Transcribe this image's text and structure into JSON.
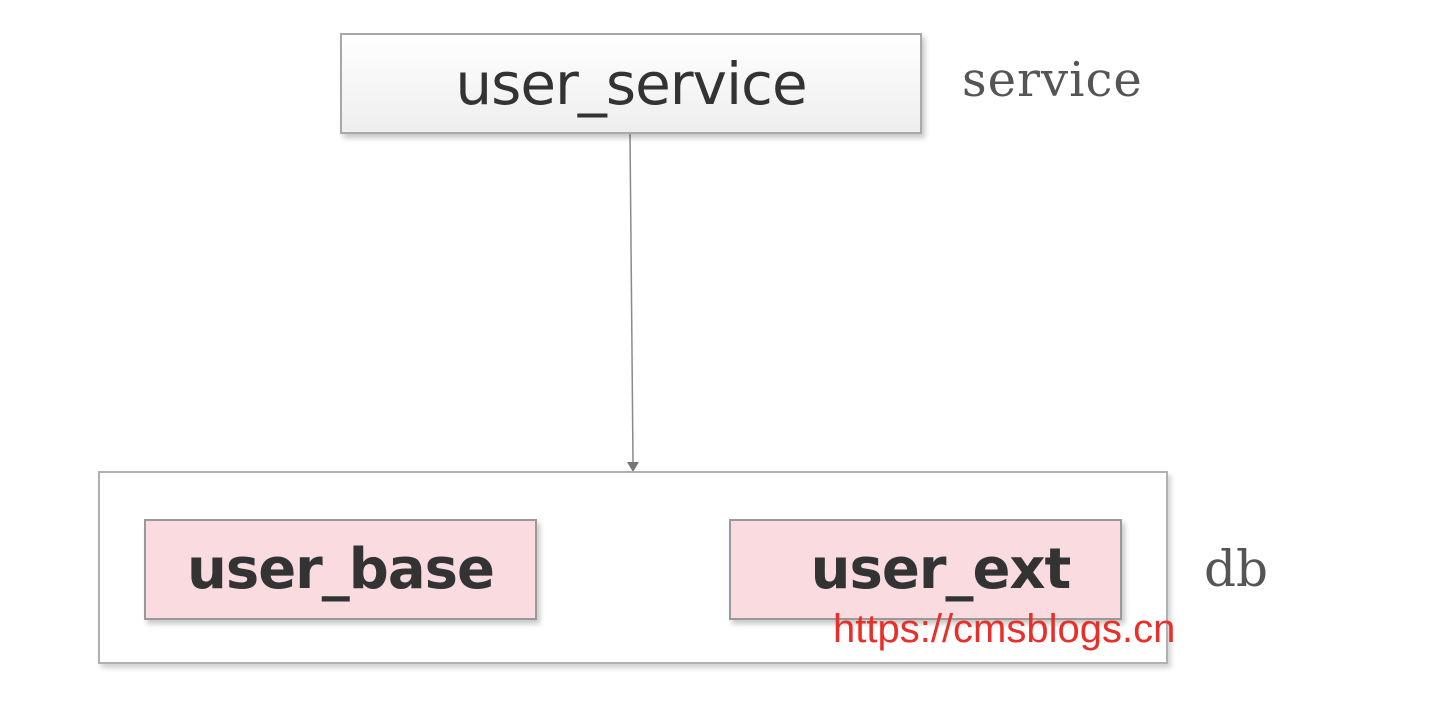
{
  "nodes": {
    "service": {
      "label": "user_service"
    },
    "db_tables": [
      {
        "label": "user_base"
      },
      {
        "label": "user_ext"
      }
    ]
  },
  "layers": {
    "service": "service",
    "db": "db"
  },
  "watermark": "https://cmsblogs.cn",
  "colors": {
    "table_fill": "#fadbe0",
    "watermark": "#e8302a"
  }
}
